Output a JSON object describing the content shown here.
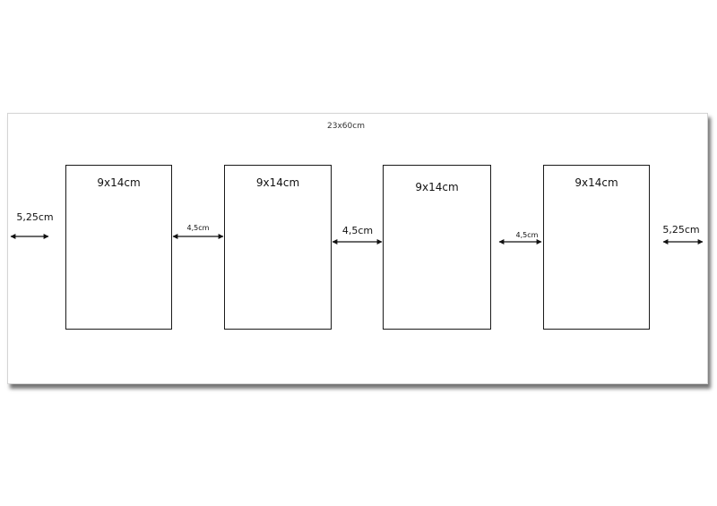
{
  "board": {
    "size_label": "23x60cm"
  },
  "frames": [
    {
      "label": "9x14cm"
    },
    {
      "label": "9x14cm"
    },
    {
      "label": "9x14cm"
    },
    {
      "label": "9x14cm"
    }
  ],
  "dimensions": {
    "left_margin": "5,25cm",
    "gap_1": "4,5cm",
    "gap_2": "4,5cm",
    "gap_3": "4,5cm",
    "right_margin": "5,25cm"
  }
}
